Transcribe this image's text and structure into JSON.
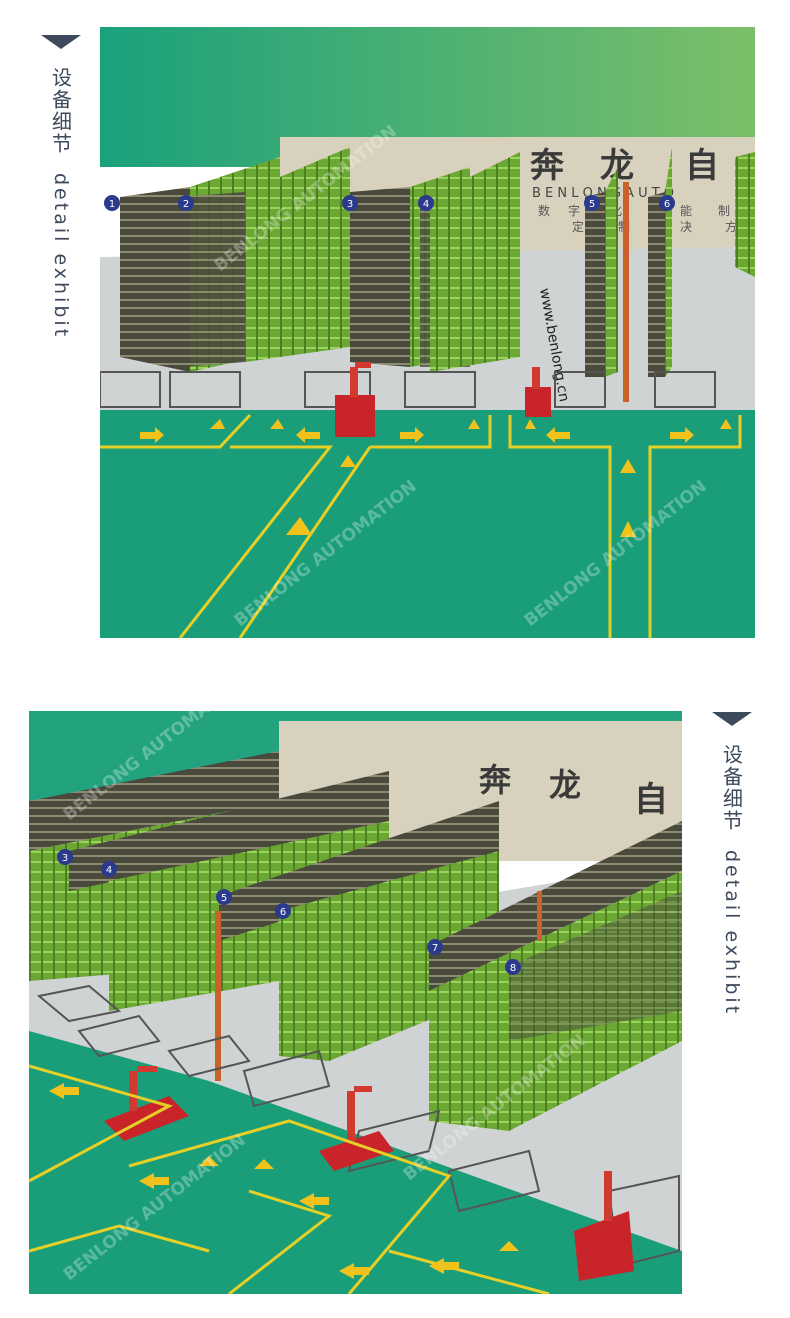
{
  "section_label": {
    "chinese": "设备细节",
    "english": "detail exhibit"
  },
  "watermark": "BENLONG AUTOMATION",
  "wall_brand": {
    "chinese_chars": [
      "奔",
      "龙",
      "自"
    ],
    "pinyin": "B E N L O N G   A U T O",
    "slogan_chars": [
      "数",
      "字",
      "化",
      "能",
      "制",
      "方",
      "定",
      "制",
      "决"
    ]
  },
  "floor_url": "www.benlong.cn",
  "rack_numbers_top": [
    "1",
    "2",
    "3",
    "4",
    "5",
    "6"
  ],
  "rack_numbers_bottom": [
    "3",
    "4",
    "5",
    "6",
    "7",
    "8"
  ],
  "colors": {
    "floor": "#1a9e7a",
    "rack": "#76b83a",
    "aisle": "#cfd3d4",
    "wall": "#d8d1bd",
    "robot": "#c8242a",
    "lane_line": "#e6cf26",
    "label_text": "#3d4a5c"
  }
}
